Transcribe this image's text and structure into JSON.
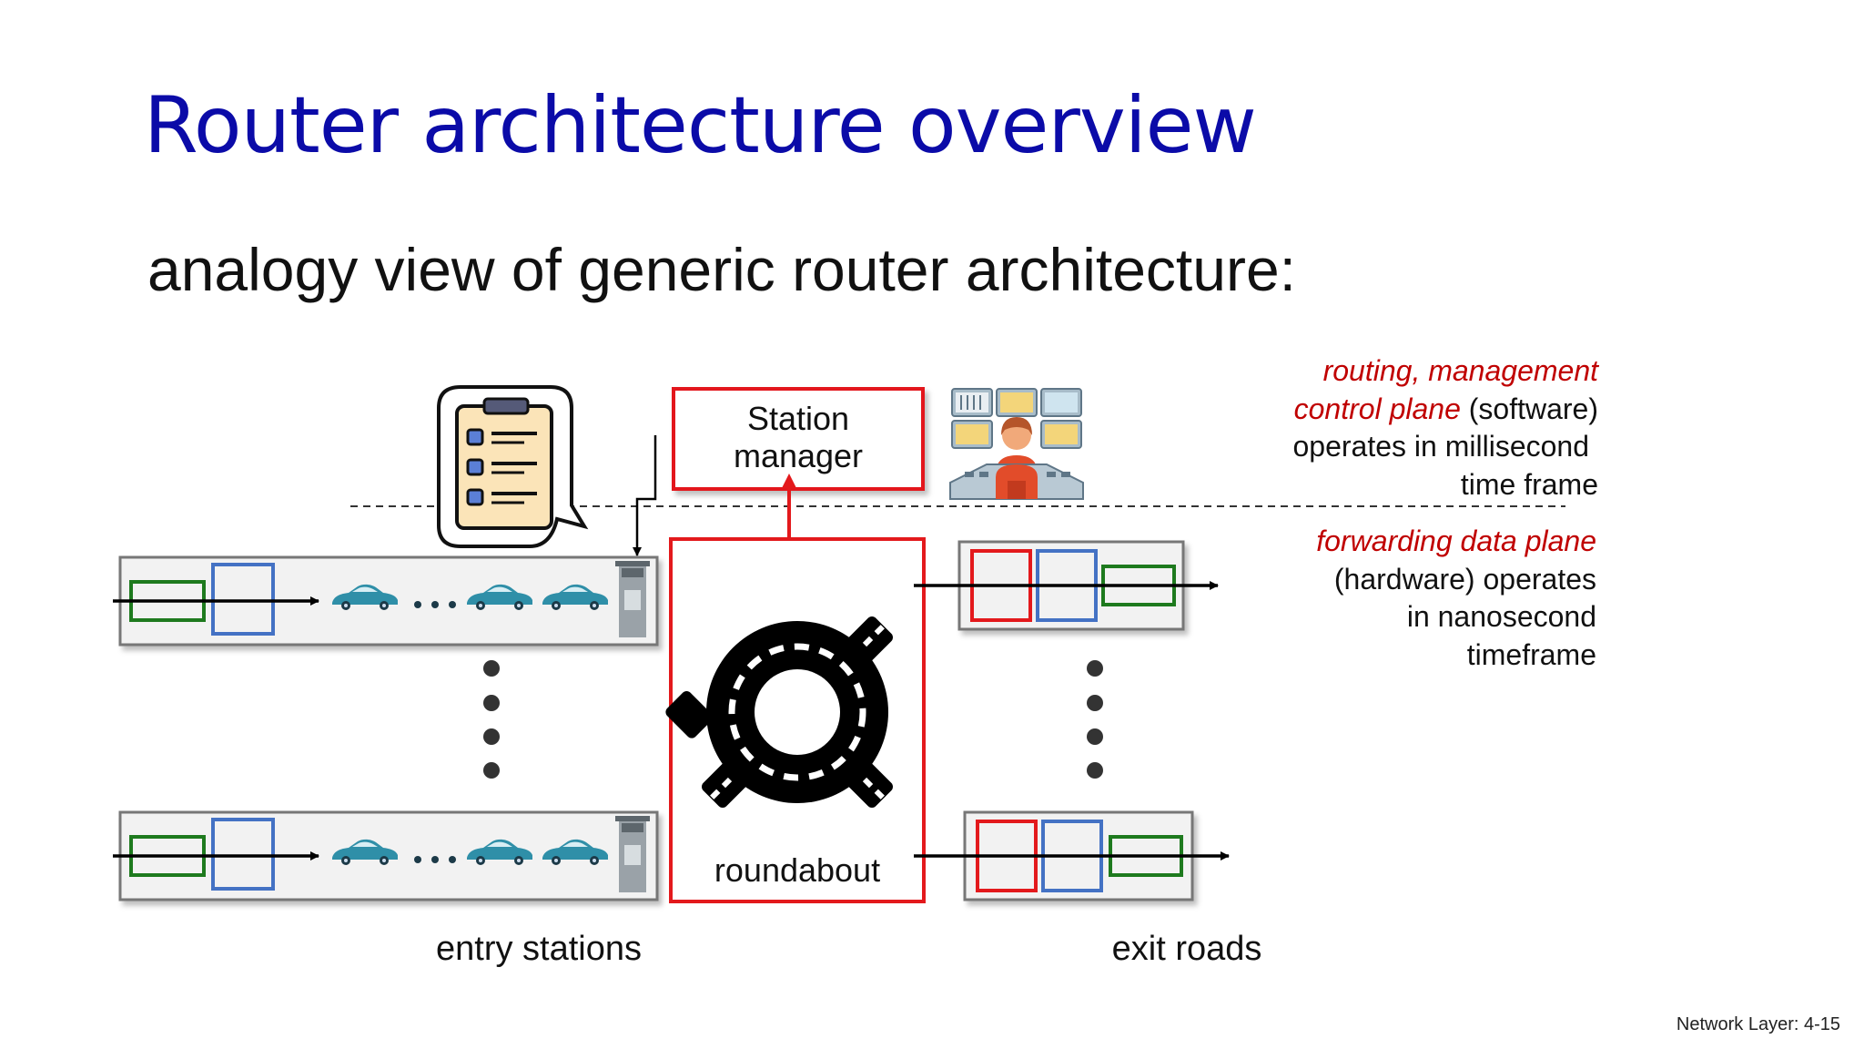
{
  "slide": {
    "title": "Router architecture overview",
    "subtitle": "analogy view of generic router architecture:",
    "footer": "Network Layer: 4-15"
  },
  "control_plane": {
    "line1": "routing, management",
    "line2_emph": "control plane",
    "line2_rest": " (software)",
    "line3": "operates in millisecond",
    "line4": "time frame"
  },
  "data_plane": {
    "line1": "forwarding data plane",
    "line2": "(hardware) operates",
    "line3": "in nanosecond",
    "line4": "timeframe"
  },
  "diagram": {
    "station_manager": [
      "Station",
      "manager"
    ],
    "roundabout": "roundabout",
    "entry_label": "entry stations",
    "exit_label": "exit roads"
  },
  "colors": {
    "title": "#0b0ba8",
    "accent_red": "#e3191c",
    "box_blue": "#4472c4",
    "box_green": "#1e7a1e",
    "car": "#2f8fa8"
  },
  "icons": [
    "clipboard-icon",
    "operator-console-icon",
    "roundabout-icon",
    "car-icon",
    "toll-gate-icon"
  ]
}
